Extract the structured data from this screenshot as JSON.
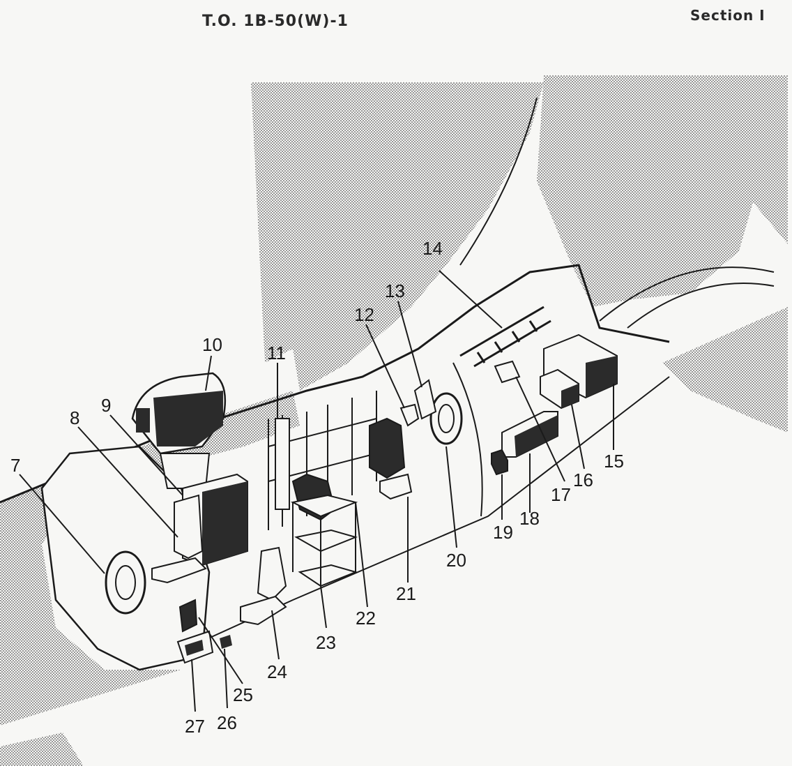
{
  "header": {
    "document_number": "T.O.  1B-50(W)-1",
    "section_label": "Section  I"
  },
  "callouts": [
    "7",
    "8",
    "9",
    "10",
    "11",
    "12",
    "13",
    "14",
    "15",
    "16",
    "17",
    "18",
    "19",
    "20",
    "21",
    "22",
    "23",
    "24",
    "25",
    "26",
    "27"
  ],
  "colors": {
    "paper": "#f7f7f5",
    "ink": "#1a1a1a",
    "dark_fill": "#2b2b2b"
  }
}
